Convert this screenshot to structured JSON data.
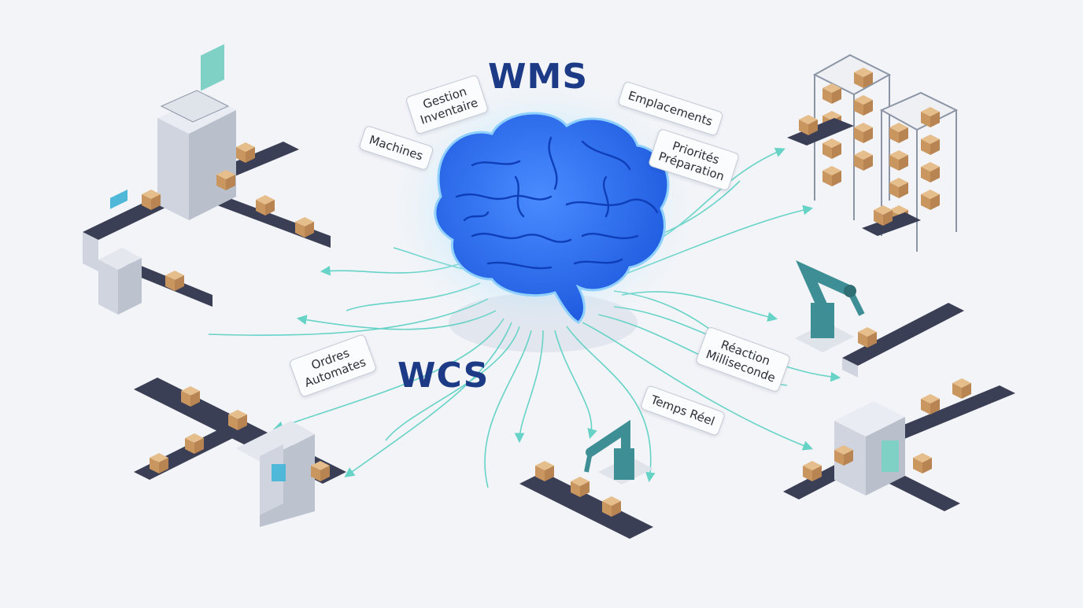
{
  "titles": {
    "top": "WMS",
    "bottom": "WCS"
  },
  "tags": {
    "gestion": [
      "Gestion",
      "Inventaire"
    ],
    "machines": "Machines",
    "emplacements": "Emplacements",
    "priorites": [
      "Priorités",
      "Préparation"
    ],
    "ordres": [
      "Ordres",
      "Automates"
    ],
    "reaction": [
      "Réaction",
      "Milliseconde"
    ],
    "temps": "Temps Réel"
  },
  "colors": {
    "brain": "#2f6ff0",
    "flow": "#59d0c2",
    "title": "#1d3a86",
    "conveyor": "#3b3f55",
    "box": "#d7a872",
    "robot": "#3e8f95"
  }
}
